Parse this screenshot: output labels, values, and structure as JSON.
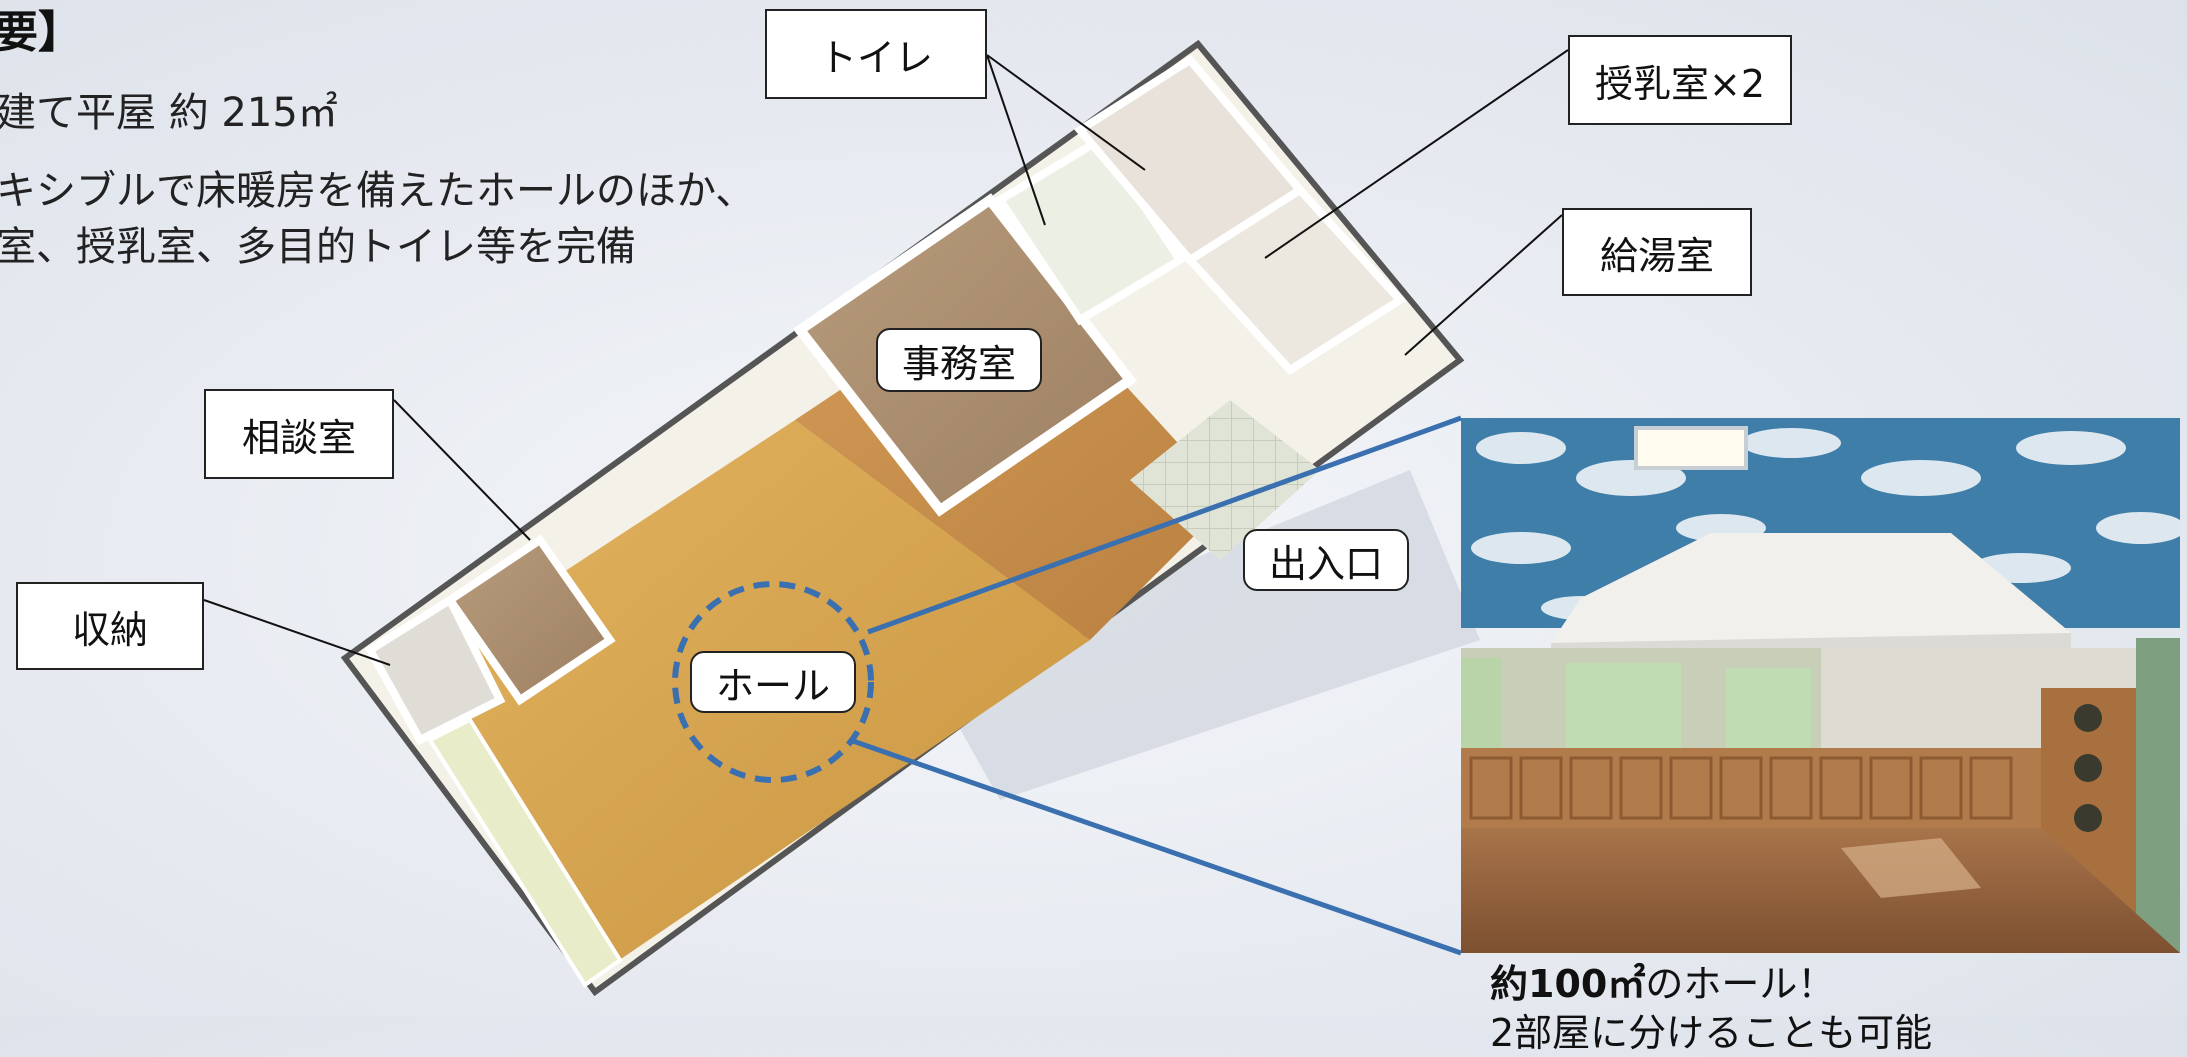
{
  "header": {
    "title": "要】",
    "line1": "建て平屋 約 215㎡",
    "line2": "キシブルで床暖房を備えたホールのほか、",
    "line3": "室、授乳室、多目的トイレ等を完備"
  },
  "labels": {
    "toilet": "トイレ",
    "nursing": "授乳室×2",
    "kitchenette": "給湯室",
    "office": "事務室",
    "consultation": "相談室",
    "entrance": "出入口",
    "storage": "収納",
    "hall": "ホール"
  },
  "caption": {
    "area": "約100㎡",
    "rest": "のホール！",
    "line2": "2部屋に分けることも可能"
  },
  "colors": {
    "callout_blue": "#3a6fb0",
    "floor_wood": "#d9a955",
    "wall_white": "#fafafa"
  }
}
